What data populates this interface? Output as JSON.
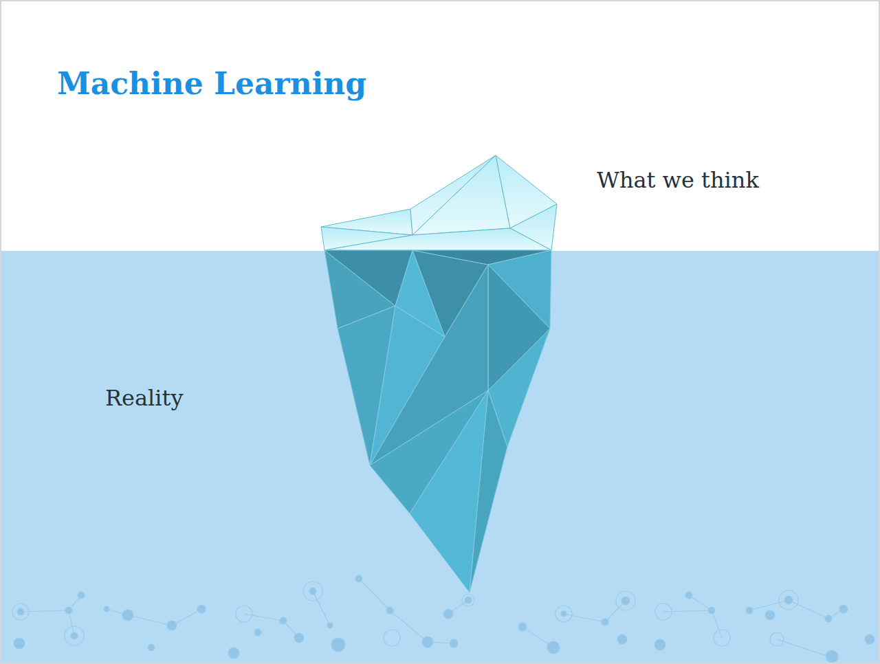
{
  "diagram": {
    "title": "Machine Learning",
    "labels": [
      "What we think",
      "Reality"
    ]
  }
}
